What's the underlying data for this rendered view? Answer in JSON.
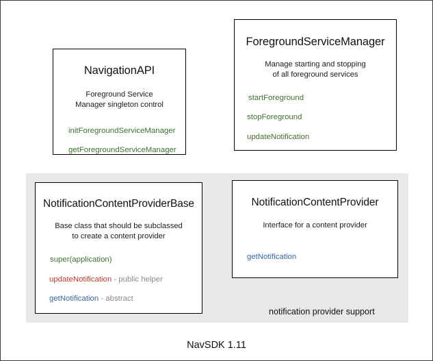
{
  "diagram": {
    "footer_label": "NavSDK 1.11",
    "group": {
      "label": "notification provider support",
      "background": "#e8e8e8"
    },
    "colors": {
      "green": "#3d7030",
      "red": "#c0392b",
      "blue": "#3366aa",
      "gray": "#8a8a8a",
      "text": "#111111",
      "border": "#000000",
      "canvas": "#ffffff"
    },
    "boxes": {
      "navigation_api": {
        "title": "NavigationAPI",
        "desc_line1": "Foreground Service",
        "desc_line2": "Manager singleton control",
        "members": [
          {
            "name": "initForegroundServiceManager",
            "suffix": ""
          },
          {
            "name": "getForegroundServiceManager",
            "suffix": ""
          }
        ]
      },
      "foreground_service_manager": {
        "title": "ForegroundServiceManager",
        "desc_line1": "Manage starting and stopping",
        "desc_line2": "of all foreground services",
        "members": [
          {
            "name": "startForeground",
            "suffix": ""
          },
          {
            "name": "stopForeground",
            "suffix": ""
          },
          {
            "name": "updateNotification",
            "suffix": ""
          }
        ]
      },
      "notification_content_provider_base": {
        "title": "NotificationContentProviderBase",
        "desc_line1": "Base class that should be subclassed",
        "desc_line2": "to create a content provider",
        "members": [
          {
            "name": "super(application)",
            "suffix": ""
          },
          {
            "name": "updateNotification",
            "suffix": " - public helper"
          },
          {
            "name": "getNotification",
            "suffix": " - abstract"
          }
        ]
      },
      "notification_content_provider": {
        "title": "NotificationContentProvider",
        "desc_line1": "Interface for a content provider",
        "desc_line2": "",
        "members": [
          {
            "name": "getNotification",
            "suffix": ""
          }
        ]
      }
    }
  }
}
